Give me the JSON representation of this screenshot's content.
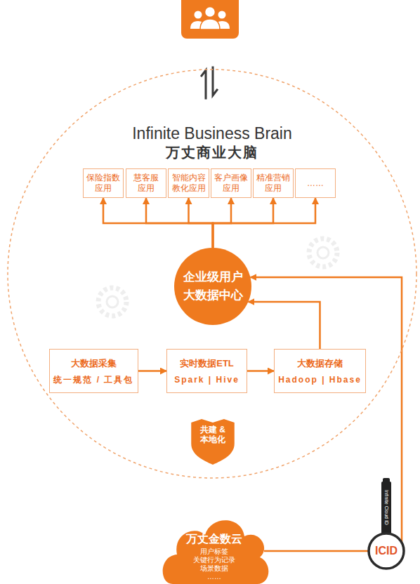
{
  "diagram": {
    "nodes": [
      {
        "text": [
          "Infinite Business Brain",
          "万丈商业大脑"
        ]
      },
      {
        "text": [
          "保险指数 应用"
        ],
        "in": 0
      },
      {
        "text": [
          "慧客服 应用"
        ],
        "in": 0
      },
      {
        "text": [
          "智能内容 教化应用"
        ],
        "in": 0
      },
      {
        "text": [
          "客户画像 应用"
        ],
        "in": 0
      },
      {
        "text": [
          "精准营销 应用"
        ],
        "in": 0
      },
      {
        "text": [
          "……"
        ],
        "in": 0
      },
      {
        "text": [
          "企业级用户 大数据中心"
        ],
        "in": 0
      },
      {
        "text": [
          "大数据采集",
          "统一规范 / 工具包"
        ],
        "in": 0
      },
      {
        "text": [
          "实时数据ETL",
          "Spark | Hive"
        ],
        "in": 0
      },
      {
        "text": [
          "大数据存储",
          "Hadoop | Hbase"
        ],
        "in": 0
      },
      {
        "text": [
          "共建 & 本地化"
        ],
        "in": 0
      },
      {
        "text": [
          "万丈金数云",
          "用户标签 关键行为记录 场景数据 ……"
        ]
      },
      {
        "text": [
          "ICID"
        ]
      }
    ],
    "edges": [
      {
        "from": 7,
        "to": 1,
        "arrow": "to"
      },
      {
        "from": 7,
        "to": 2,
        "arrow": "to"
      },
      {
        "from": 7,
        "to": 3,
        "arrow": "to"
      },
      {
        "from": 7,
        "to": 4,
        "arrow": "to"
      },
      {
        "from": 7,
        "to": 5,
        "arrow": "to"
      },
      {
        "from": 7,
        "to": 6,
        "arrow": "to"
      },
      {
        "from": 8,
        "to": 9,
        "arrow": "to"
      },
      {
        "from": 9,
        "to": 10,
        "arrow": "to"
      },
      {
        "from": 10,
        "to": 7,
        "arrow": "to"
      },
      {
        "from": 12,
        "to": 13,
        "arrow": "none"
      },
      {
        "from": 13,
        "to": 7,
        "arrow": "to"
      }
    ],
    "labels": [
      "Infinite Cloud ID"
    ]
  }
}
